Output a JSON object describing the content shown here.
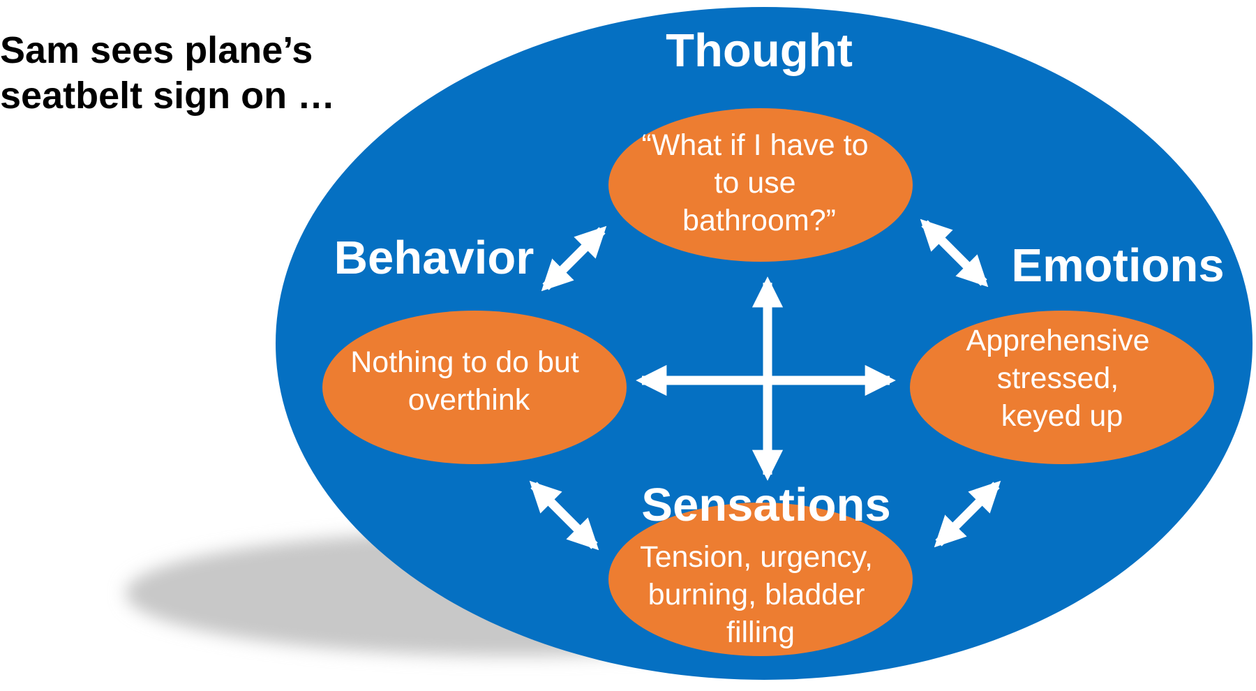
{
  "caption": {
    "lines": [
      "Sam sees plane’s",
      "seatbelt sign on …"
    ]
  },
  "colors": {
    "outer_ellipse": "#0570c2",
    "inner_bubble": "#ed7d31",
    "arrow": "#ffffff",
    "text_on_blue": "#ffffff",
    "caption": "#000000",
    "shadow": "#c8c8c8"
  },
  "nodes": {
    "thought": {
      "heading": "Thought",
      "lines": [
        "“What if I have to",
        "to use",
        "bathroom?”"
      ]
    },
    "behavior": {
      "heading": "Behavior",
      "lines": [
        "Nothing to do but",
        "overthink"
      ]
    },
    "emotions": {
      "heading": "Emotions",
      "lines": [
        "Apprehensive",
        "stressed,",
        "keyed up"
      ]
    },
    "sensations": {
      "heading": "Sensations",
      "lines": [
        "Tension, urgency,",
        "burning, bladder",
        "filling"
      ]
    }
  },
  "connections": [
    {
      "from": "thought",
      "to": "behavior",
      "icon": "double-arrow-icon"
    },
    {
      "from": "thought",
      "to": "emotions",
      "icon": "double-arrow-icon"
    },
    {
      "from": "behavior",
      "to": "sensations",
      "icon": "double-arrow-icon"
    },
    {
      "from": "emotions",
      "to": "sensations",
      "icon": "double-arrow-icon"
    },
    {
      "from": "thought",
      "to": "sensations",
      "icon": "double-arrow-icon"
    },
    {
      "from": "behavior",
      "to": "emotions",
      "icon": "double-arrow-icon"
    }
  ]
}
